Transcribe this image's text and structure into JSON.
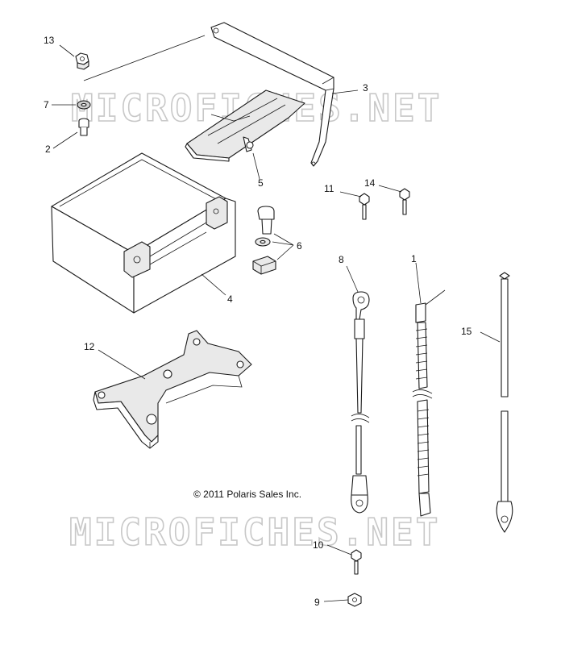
{
  "watermarks": [
    "MICROFICHES.NET",
    "MICROFICHES.NET"
  ],
  "copyright": "© 2011 Polaris Sales Inc.",
  "callouts": {
    "c1": "1",
    "c2": "2",
    "c3": "3",
    "c4": "4",
    "c5": "5",
    "c6": "6",
    "c7": "7",
    "c8": "8",
    "c9": "9",
    "c10": "10",
    "c11": "11",
    "c12": "12",
    "c13": "13",
    "c14": "14",
    "c15": "15"
  }
}
